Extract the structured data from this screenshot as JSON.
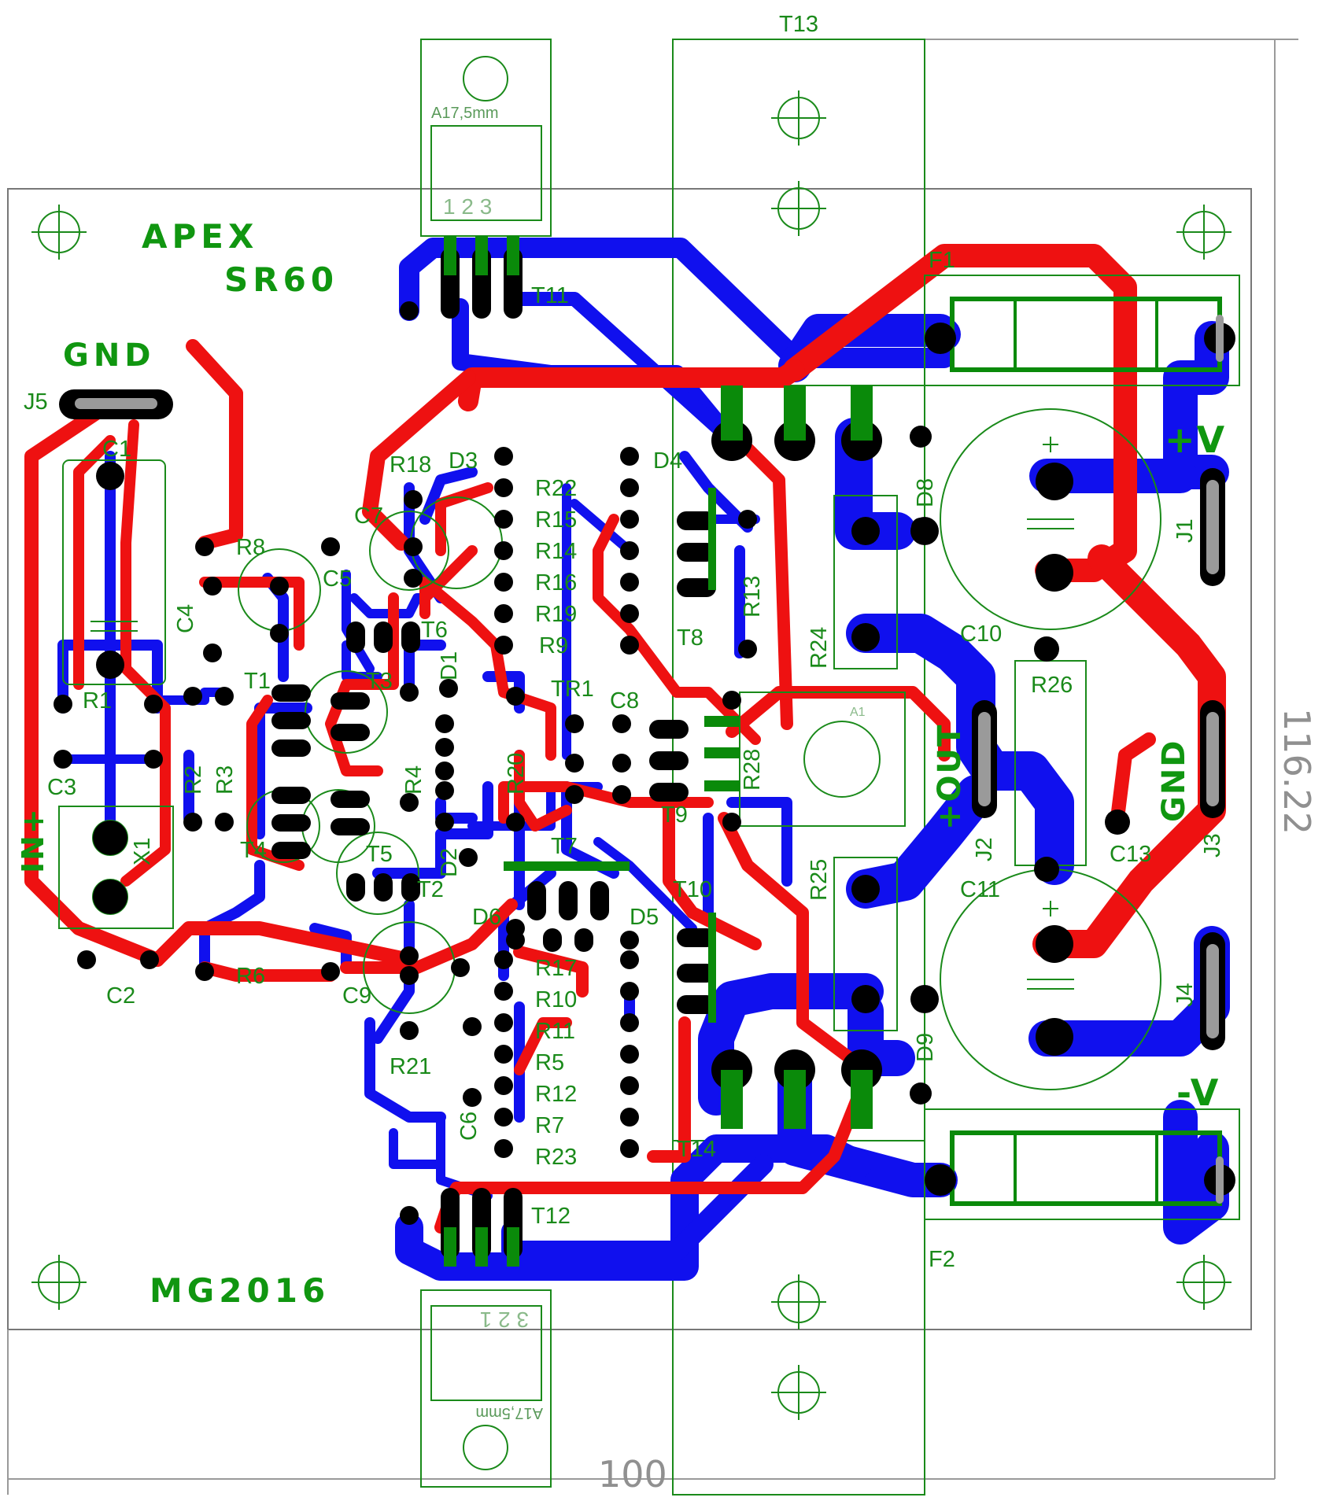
{
  "board": {
    "title_line1": "APEX",
    "title_line2": "SR60",
    "footer": "MG2016",
    "dim_width": "100",
    "dim_height": "116.22"
  },
  "connectors": {
    "gnd_top": "GND",
    "j5": "J5",
    "in_plus": "IN+",
    "x1": "X1",
    "plus_v": "+V",
    "minus_v": "-V",
    "out": "+OUT",
    "gnd_right": "GND",
    "j1": "J1",
    "j2": "J2",
    "j3": "J3",
    "j4": "J4"
  },
  "heatsink": {
    "top_label": "A17,5mm",
    "bottom_label": "A17,5mm",
    "pins_top": "1 2 3",
    "pins_bottom": "3 2 1"
  },
  "parts": {
    "T13": "T13",
    "T11": "T11",
    "T12": "T12",
    "T14": "T14",
    "F1": "F1",
    "F2": "F2",
    "C1": "C1",
    "C2": "C2",
    "C3": "C3",
    "C4": "C4",
    "C5": "C5",
    "C6": "C6",
    "C7": "C7",
    "C8": "C8",
    "C9": "C9",
    "C10": "C10",
    "C11": "C11",
    "C13": "C13",
    "R1": "R1",
    "R2": "R2",
    "R3": "R3",
    "R4": "R4",
    "R5": "R5",
    "R6": "R6",
    "R7": "R7",
    "R8": "R8",
    "R9": "R9",
    "R10": "R10",
    "R11": "R11",
    "R12": "R12",
    "R13": "R13",
    "R14": "R14",
    "R15": "R15",
    "R16": "R16",
    "R17": "R17",
    "R18": "R18",
    "R19": "R19",
    "R20": "R20",
    "R21": "R21",
    "R22": "R22",
    "R23": "R23",
    "R24": "R24",
    "R25": "R25",
    "R26": "R26",
    "R28": "R28",
    "T1": "T1",
    "T2": "T2",
    "T3": "T3",
    "T4": "T4",
    "T5": "T5",
    "T6": "T6",
    "T7": "T7",
    "T8": "T8",
    "T9": "T9",
    "T10": "T10",
    "TR1": "TR1",
    "D1": "D1",
    "D2": "D2",
    "D3": "D3",
    "D4": "D4",
    "D5": "D5",
    "D6": "D6",
    "D8": "D8",
    "D9": "D9",
    "A1": "A1"
  },
  "colors": {
    "bottom_copper": "#1010ee",
    "top_copper": "#ee1111",
    "silkscreen": "#1a8a1a",
    "pads": "#000000",
    "dimension": "#909090"
  }
}
